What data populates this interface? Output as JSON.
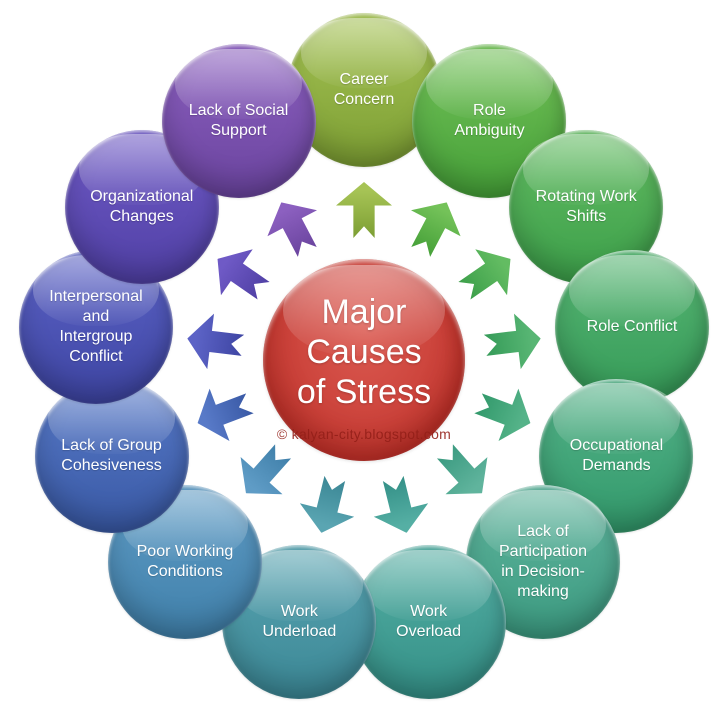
{
  "center": {
    "title": "Major\nCauses\nof Stress",
    "watermark": "© kalyan-city.blogspot.com",
    "color_light": "#DC5B52",
    "color_mid": "#CB423A",
    "color_dark": "#B02F27"
  },
  "items": [
    {
      "label": "Career\nConcern",
      "color_light": "#A6C355",
      "color_dark": "#7C9E33"
    },
    {
      "label": "Role\nAmbiguity",
      "color_light": "#74C259",
      "color_dark": "#45A038"
    },
    {
      "label": "Rotating Work\nShifts",
      "color_light": "#63BC62",
      "color_dark": "#3C9F4A"
    },
    {
      "label": "Role Conflict",
      "color_light": "#58B674",
      "color_dark": "#359B58"
    },
    {
      "label": "Occupational\nDemands",
      "color_light": "#55B389",
      "color_dark": "#32996B"
    },
    {
      "label": "Lack of\nParticipation\nin Decision-\nmaking",
      "color_light": "#60B49D",
      "color_dark": "#3C9B81"
    },
    {
      "label": "Work\nOverload",
      "color_light": "#55AFA4",
      "color_dark": "#349087"
    },
    {
      "label": "Work\nUnderload",
      "color_light": "#5AA5B2",
      "color_dark": "#3B8795"
    },
    {
      "label": "Poor Working\nConditions",
      "color_light": "#5F9CC6",
      "color_dark": "#4080AA"
    },
    {
      "label": "Lack of Group\nCohesiveness",
      "color_light": "#587AC8",
      "color_dark": "#3959A5"
    },
    {
      "label": "Interpersonal\nand\nIntergroup\nConflict",
      "color_light": "#5C63C6",
      "color_dark": "#3E45A3"
    },
    {
      "label": "Organizational\nChanges",
      "color_light": "#6F5AC6",
      "color_dark": "#5040A5"
    },
    {
      "label": "Lack of Social\nSupport",
      "color_light": "#8C60C0",
      "color_dark": "#6A449E"
    }
  ]
}
